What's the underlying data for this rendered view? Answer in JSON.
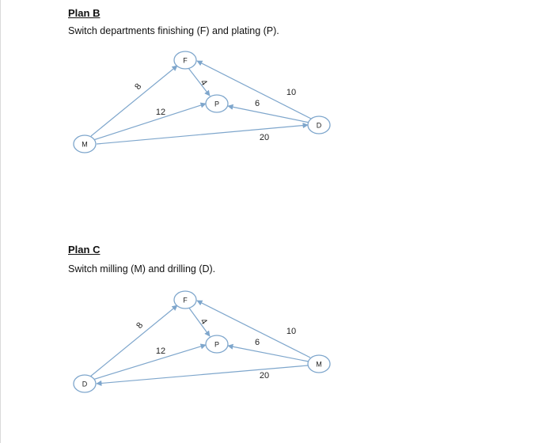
{
  "plan_b": {
    "heading": "Plan B",
    "description": "Switch departments finishing (F) and plating (P).",
    "nodes": {
      "F": "F",
      "P": "P",
      "M": "M",
      "D": "D"
    },
    "weights": {
      "m_f": "8",
      "f_p": "4",
      "m_p": "12",
      "d_p": "6",
      "d_f": "10",
      "m_d": "20"
    }
  },
  "plan_c": {
    "heading": "Plan C",
    "description": "Switch milling (M) and drilling (D).",
    "nodes": {
      "F": "F",
      "P": "P",
      "M": "M",
      "D": "D"
    },
    "weights": {
      "d_f": "8",
      "f_p": "4",
      "d_p": "12",
      "m_p": "6",
      "m_f": "10",
      "d_m": "20"
    }
  },
  "colors": {
    "edge": "#7ea6cc",
    "text": "#111111"
  }
}
